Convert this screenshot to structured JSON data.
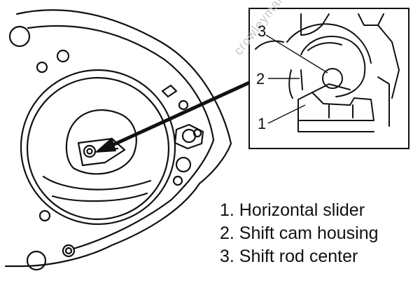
{
  "callouts": [
    {
      "number": "3"
    },
    {
      "number": "2"
    },
    {
      "number": "1"
    }
  ],
  "legend": [
    {
      "text": "1. Horizontal slider"
    },
    {
      "text": "2. Shift cam housing"
    },
    {
      "text": "3. Shift rod center"
    }
  ],
  "watermark": "crowleymarine"
}
